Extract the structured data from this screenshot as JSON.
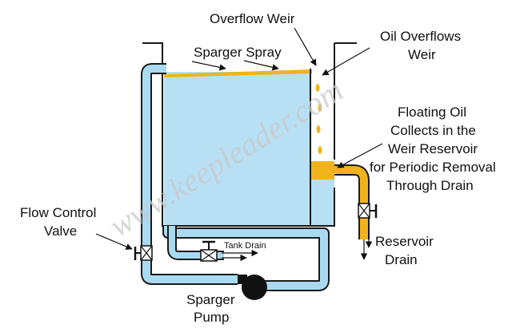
{
  "labels": {
    "overflow_weir": "Overflow Weir",
    "oil_overflows_line1": "Oil Overflows",
    "oil_overflows_line2": "Weir",
    "sparger_spray": "Sparger Spray",
    "floating_oil": [
      "Floating Oil",
      "Collects in the",
      "Weir Reservoir",
      "for Periodic Removal",
      "Through Drain"
    ],
    "flow_control_line1": "Flow Control",
    "flow_control_line2": "Valve",
    "tank_drain": "Tank Drain",
    "reservoir_drain_line1": "Reservoir",
    "reservoir_drain_line2": "Drain",
    "sparger_pump_line1": "Sparger",
    "sparger_pump_line2": "Pump"
  },
  "watermark": "www.keepleader.com",
  "colors": {
    "water": "#b8e0f5",
    "oil": "#f0b31c",
    "pipe": "#a9daf2",
    "outline": "#1a1a1a",
    "pump": "#111111"
  }
}
